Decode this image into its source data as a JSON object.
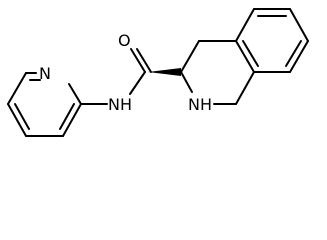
{
  "structure": {
    "atoms": {
      "pyridine_n": "N",
      "amide_o": "O",
      "amide_nh": "NH",
      "ring_nh": "NH"
    },
    "stereo": "wedge"
  }
}
